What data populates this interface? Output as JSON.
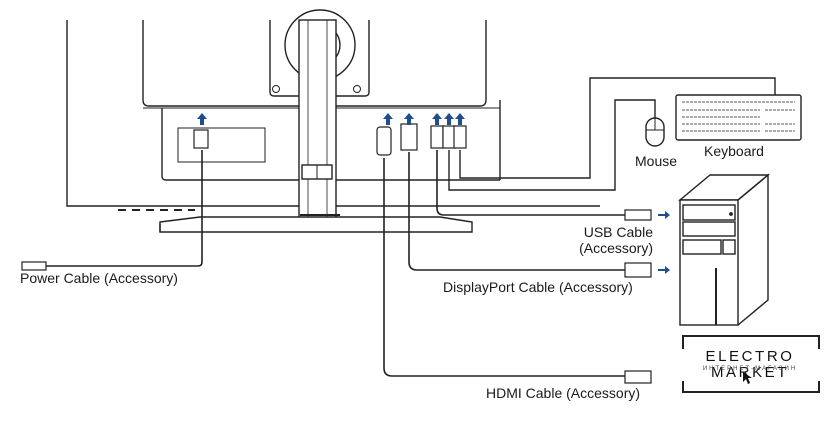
{
  "diagram": {
    "title": "Monitor cable connection diagram",
    "accent_color": "#1f4e8c",
    "line_color": "#222222",
    "components": [
      "monitor-rear",
      "stand",
      "keyboard",
      "mouse",
      "computer-tower"
    ]
  },
  "labels": {
    "power_cable": "Power Cable (Accessory)",
    "usb_cable_line1": "USB Cable",
    "usb_cable_line2": "(Accessory)",
    "displayport_cable": "DisplayPort Cable (Accessory)",
    "hdmi_cable": "HDMI Cable (Accessory)",
    "mouse": "Mouse",
    "keyboard": "Keyboard"
  },
  "watermark": {
    "title": "ELECTRO MARKET",
    "subtitle": "ИНТЕРНЕТ-МАГАЗИН"
  }
}
